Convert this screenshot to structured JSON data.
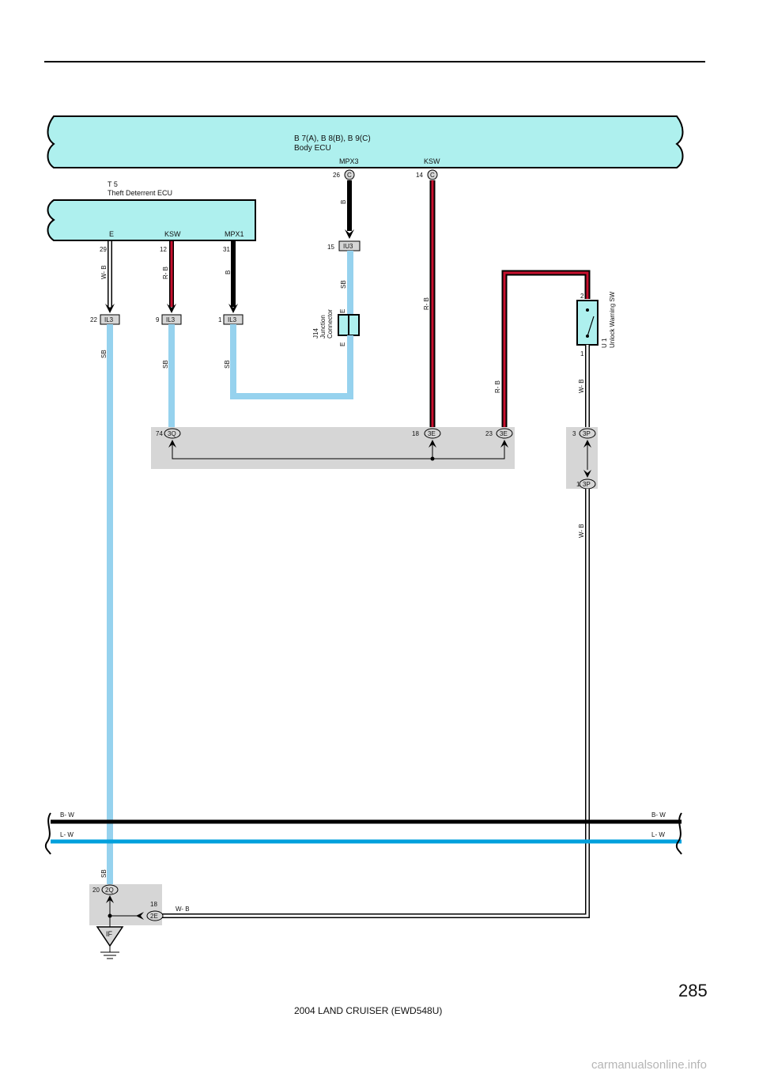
{
  "body_ecu": {
    "id_line": "B 7(A), B 8(B), B 9(C)",
    "name": "Body ECU",
    "terminals": [
      {
        "name": "MPX3",
        "pin": "26",
        "conn": "C"
      },
      {
        "name": "KSW",
        "pin": "14",
        "conn": "C"
      }
    ]
  },
  "theft_ecu": {
    "id": "T 5",
    "name": "Theft Deterrent ECU",
    "terminals": [
      {
        "name": "E",
        "pin": "29"
      },
      {
        "name": "KSW",
        "pin": "12"
      },
      {
        "name": "MPX1",
        "pin": "31"
      }
    ]
  },
  "junction_connector": {
    "id": "J14",
    "line1": "Junction",
    "line2": "Connector",
    "terminal_top": "E",
    "terminal_bottom": "E"
  },
  "unlock_switch": {
    "id": "U 1",
    "name": "Unlock Warning SW",
    "pin_top": "2",
    "pin_bottom": "1"
  },
  "connectors": {
    "iu3": {
      "pin": "15",
      "name": "IU3"
    },
    "il3_a": {
      "pin": "22",
      "name": "IL3"
    },
    "il3_b": {
      "pin": "9",
      "name": "IL3"
    },
    "il3_c": {
      "pin": "1",
      "name": "IL3"
    },
    "c3q": {
      "pin": "74",
      "name": "3Q"
    },
    "c3e_a": {
      "pin": "18",
      "name": "3E"
    },
    "c3e_b": {
      "pin": "23",
      "name": "3E"
    },
    "c3p_a": {
      "pin": "3",
      "name": "3P"
    },
    "c3p_b": {
      "pin": "1",
      "name": "3P"
    },
    "c2q": {
      "pin": "20",
      "name": "2Q"
    },
    "c2e": {
      "pin": "18",
      "name": "2E"
    }
  },
  "ground": {
    "name": "IF"
  },
  "wire_colors": {
    "wb": "W- B",
    "rb": "R- B",
    "b": "B",
    "sb": "SB",
    "bw": "B- W",
    "lw": "L- W"
  },
  "colors": {
    "sb": "#96d2ee",
    "red": "#c8102e",
    "black": "#000000",
    "bw_bus": "#000000",
    "lw_bus": "#00a0dc",
    "component_fill": "#aef0ee",
    "junction_fill": "#d6d6d6"
  },
  "page_number": "285",
  "footer": "2004 LAND CRUISER (EWD548U)",
  "watermark": "carmanualsonline.info"
}
